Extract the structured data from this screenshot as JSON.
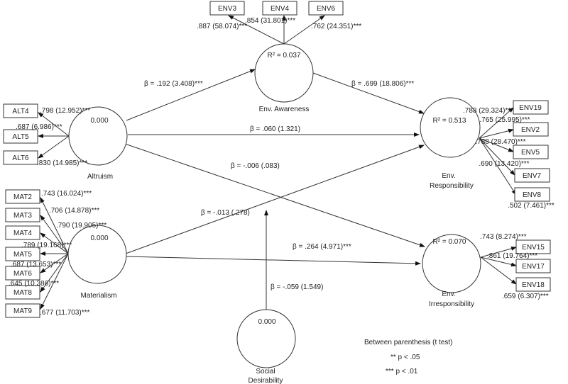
{
  "constructs": {
    "awareness": {
      "name": "Env. Awareness",
      "value": "R² = 0.037"
    },
    "altruism": {
      "name": "Altruism",
      "value": "0.000"
    },
    "materialism": {
      "name": "Materialism",
      "value": "0.000"
    },
    "responsibility": {
      "name_line1": "Env.",
      "name_line2": "Responsibility",
      "value": "R² = 0.513"
    },
    "irresponsibility": {
      "name_line1": "Env.",
      "name_line2": "Irresponsibility",
      "value": "R² = 0.070"
    },
    "social": {
      "name_line1": "Social",
      "name_line2": "Desirability",
      "value": "0.000"
    }
  },
  "indicators": {
    "env3": {
      "label": "ENV3",
      "loading": ".887 (58.074)***"
    },
    "env4": {
      "label": "ENV4",
      "loading": ".854 (31.801)***"
    },
    "env6": {
      "label": "ENV6",
      "loading": ".762 (24.351)***"
    },
    "alt4": {
      "label": "ALT4",
      "loading": ".798 (12.952)***"
    },
    "alt5": {
      "label": "ALT5",
      "loading": ".687 (6.986)***"
    },
    "alt6": {
      "label": "ALT6",
      "loading": ".830 (14.985)***"
    },
    "mat2": {
      "label": "MAT2",
      "loading": ".743 (16.024)***"
    },
    "mat3": {
      "label": "MAT3",
      "loading": ".706 (14.878)***"
    },
    "mat4": {
      "label": "MAT4",
      "loading": ".790 (19.905)***"
    },
    "mat5": {
      "label": "MAT5",
      "loading": ".789 (19.168)***"
    },
    "mat6": {
      "label": "MAT6",
      "loading": ".687 (13.653)***"
    },
    "mat8": {
      "label": "MAT8",
      "loading": ".645 (10.386)***"
    },
    "mat9": {
      "label": "MAT9",
      "loading": ".677 (11.703)***"
    },
    "env19": {
      "label": "ENV19",
      "loading": ".788 (29.324)***"
    },
    "env2": {
      "label": "ENV2",
      "loading": ".765 (25.995)***"
    },
    "env5": {
      "label": "ENV5",
      "loading": ".788 (28.470)***"
    },
    "env7": {
      "label": "ENV7",
      "loading": ".690 (13.420)***"
    },
    "env8": {
      "label": "ENV8",
      "loading": ".502 (7.461)***"
    },
    "env15": {
      "label": "ENV15",
      "loading": ".743 (8.274)***"
    },
    "env17": {
      "label": "ENV17",
      "loading": ".861 (19.764)***"
    },
    "env18": {
      "label": "ENV18",
      "loading": ".659 (6.307)***"
    }
  },
  "paths": {
    "alt_aware": "β = .192 (3.408)***",
    "aware_resp": "β = .699 (18.806)***",
    "alt_resp": "β = .060 (1.321)",
    "alt_irresp": "β = -.006 (.083)",
    "mat_resp": "β = -.013 (.278)",
    "mat_irresp": "β = .264 (4.971)***",
    "social_resp": "β = -.059 (1.549)"
  },
  "legend": {
    "note": "Between parenthesis (t test)",
    "p05": "** p < .05",
    "p01": "*** p < .01"
  }
}
